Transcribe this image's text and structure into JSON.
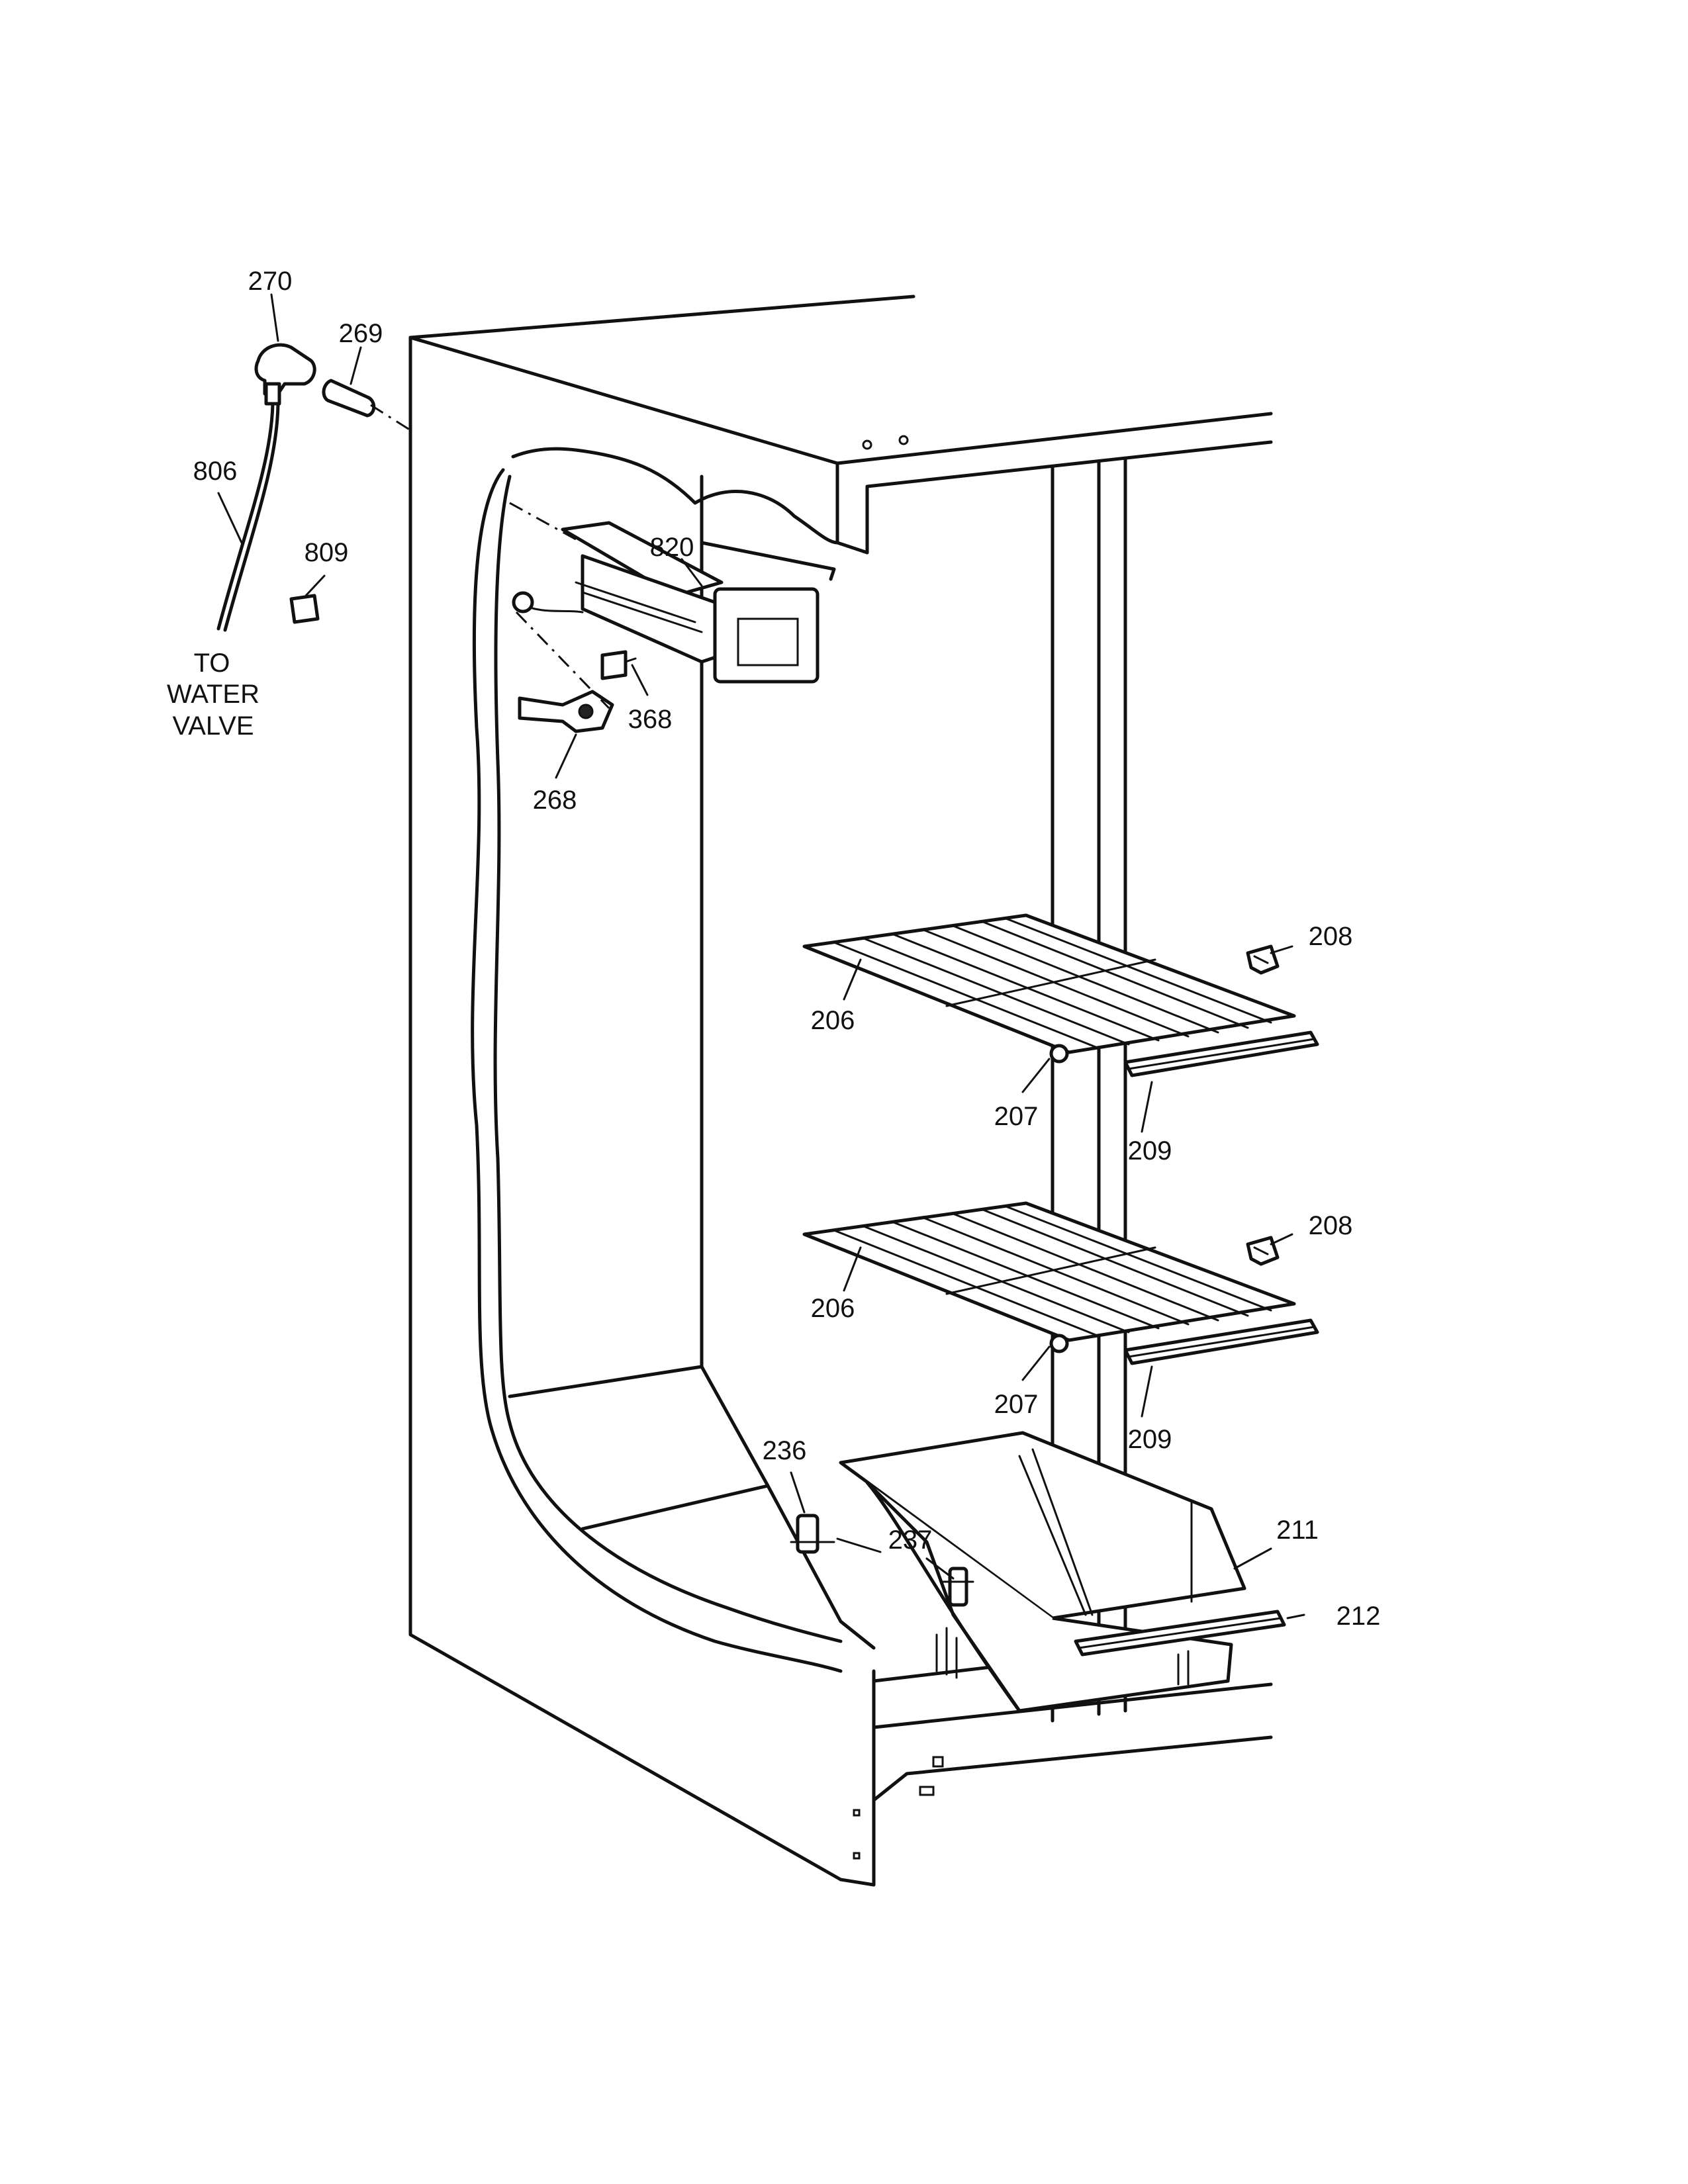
{
  "callouts": [
    {
      "id": "c270",
      "label": "270",
      "part": "part-270"
    },
    {
      "id": "c269",
      "label": "269",
      "part": "part-269"
    },
    {
      "id": "c806",
      "label": "806",
      "part": "part-806"
    },
    {
      "id": "c809",
      "label": "809",
      "part": "part-809"
    },
    {
      "id": "c820",
      "label": "820",
      "part": "part-820"
    },
    {
      "id": "c368",
      "label": "368",
      "part": "part-368"
    },
    {
      "id": "c268",
      "label": "268",
      "part": "part-268"
    },
    {
      "id": "c208a",
      "label": "208",
      "part": "part-208"
    },
    {
      "id": "c206a",
      "label": "206",
      "part": "part-206"
    },
    {
      "id": "c207a",
      "label": "207",
      "part": "part-207"
    },
    {
      "id": "c209a",
      "label": "209",
      "part": "part-209"
    },
    {
      "id": "c208b",
      "label": "208",
      "part": "part-208"
    },
    {
      "id": "c206b",
      "label": "206",
      "part": "part-206"
    },
    {
      "id": "c207b",
      "label": "207",
      "part": "part-207"
    },
    {
      "id": "c209b",
      "label": "209",
      "part": "part-209"
    },
    {
      "id": "c236",
      "label": "236",
      "part": "part-236"
    },
    {
      "id": "c237",
      "label": "237",
      "part": "part-237"
    },
    {
      "id": "c211",
      "label": "211",
      "part": "part-211"
    },
    {
      "id": "c212",
      "label": "212",
      "part": "part-212"
    }
  ],
  "note": {
    "lines": [
      "TO",
      "WATER",
      "VALVE"
    ]
  }
}
